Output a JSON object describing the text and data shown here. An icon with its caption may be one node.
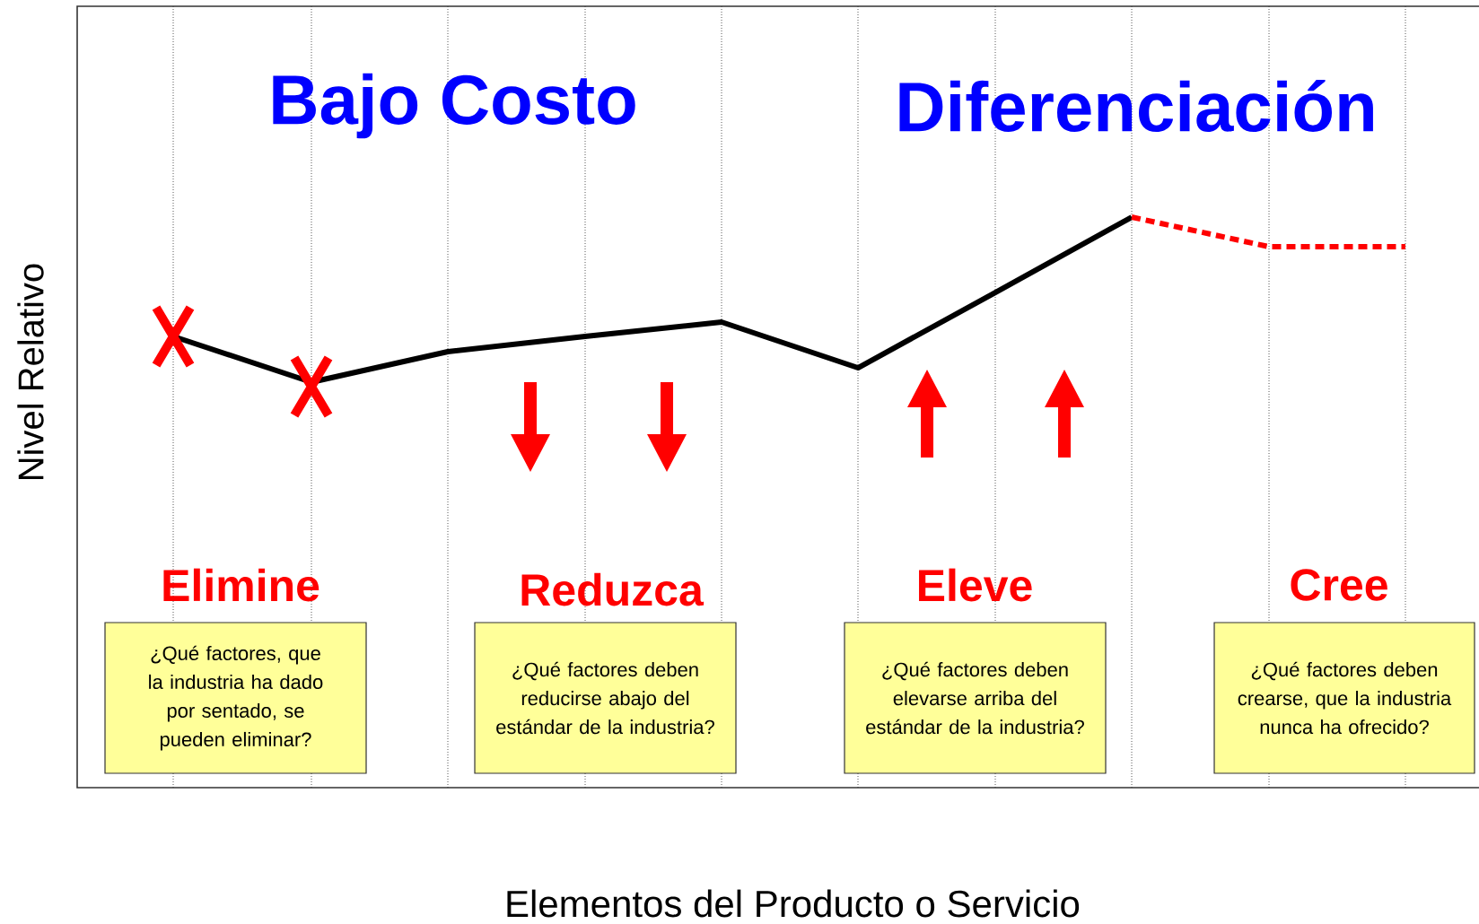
{
  "diagram": {
    "nodes": [
      {
        "text": [
          "Elimine",
          "¿Qué factores, que la industria ha dado por sentado, se pueden eliminar?"
        ]
      },
      {
        "text": [
          "Reduzca",
          "¿Qué factores deben reducirse abajo del estándar de la industria?"
        ]
      },
      {
        "text": [
          "Eleve",
          "¿Qué factores deben elevarse arriba del estándar de la industria?"
        ]
      },
      {
        "text": [
          "Cree",
          "¿Qué factores deben crearse, que la industria nunca ha ofrecido?"
        ]
      }
    ],
    "labels": [
      "Bajo Costo",
      "Diferenciación",
      "Nivel Relativo",
      "Elementos del Producto o Servicio"
    ]
  }
}
